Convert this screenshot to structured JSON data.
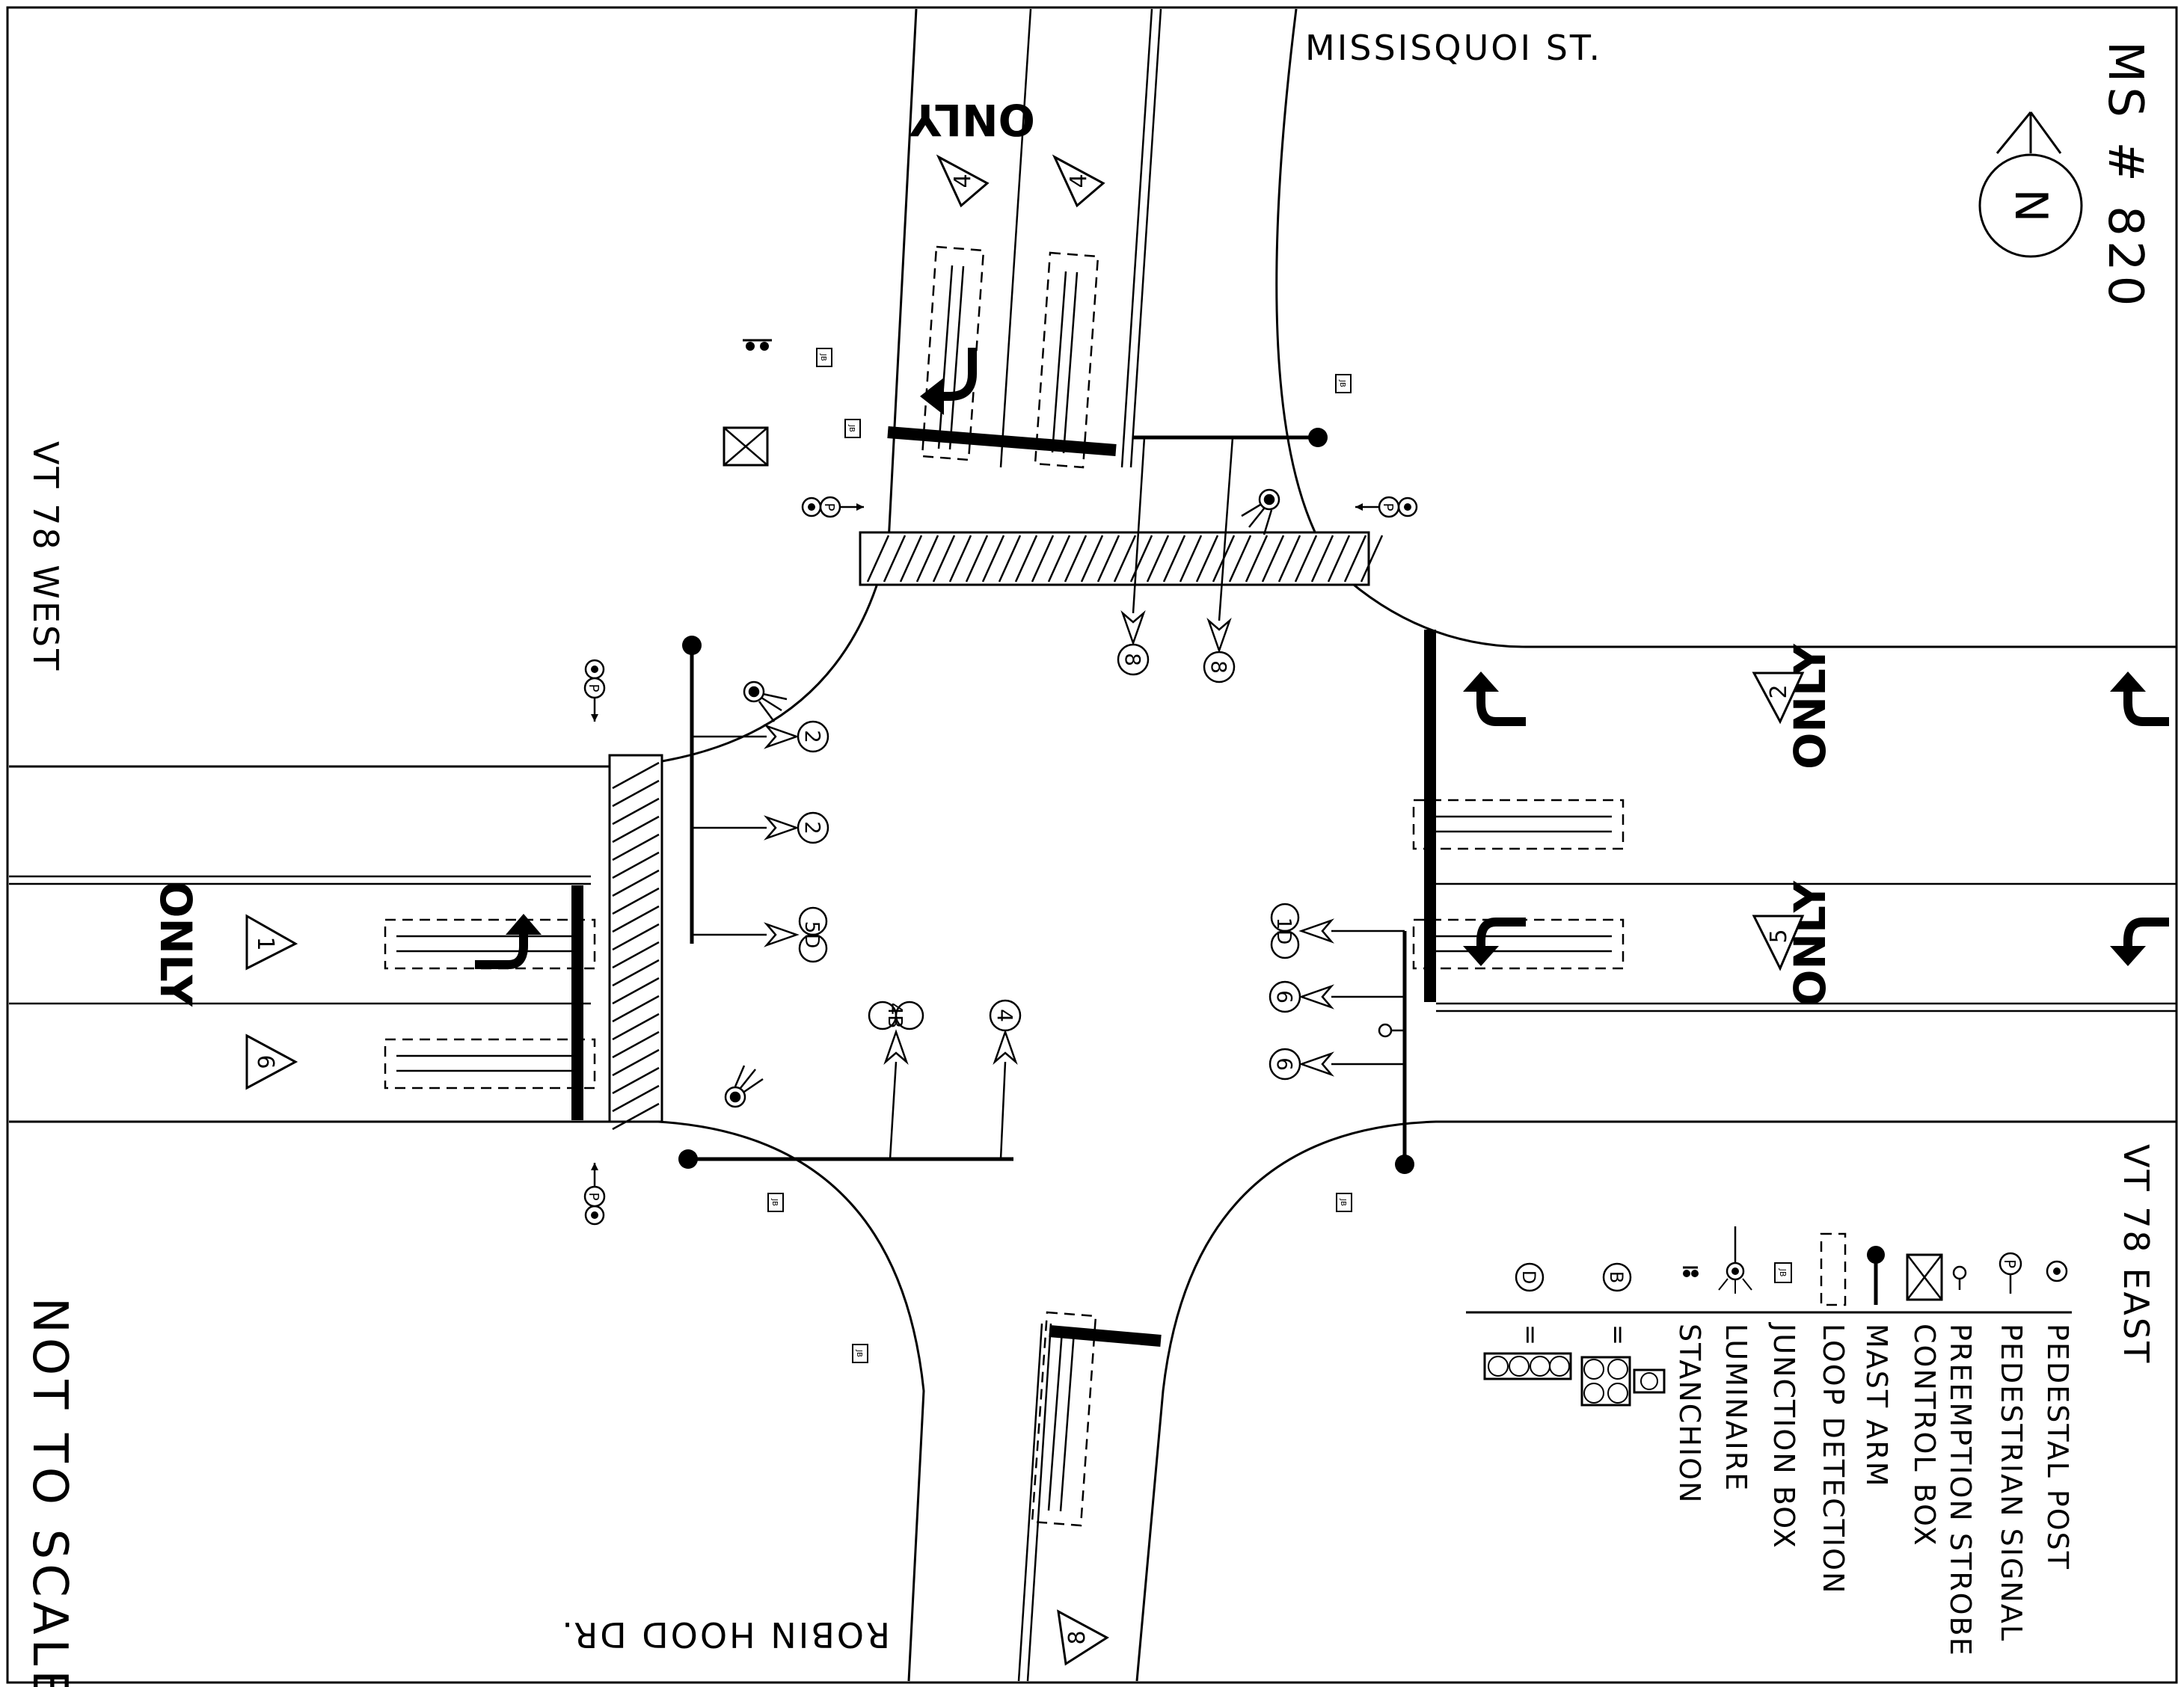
{
  "labels": {
    "missisquoi": "MISSISQUOI ST.",
    "vt78west": "VT 78 WEST",
    "vt78east": "VT 78 EAST",
    "robinhood": "ROBIN HOOD DR.",
    "ms820": "MS # 820",
    "notscale": "NOT TO SCALE",
    "north": "N",
    "only": "ONLY"
  },
  "phases": {
    "tri_n_left": "4",
    "tri_n_thru": "4",
    "tri_e_thru": "2",
    "tri_e_left": "5",
    "tri_w_left": "1",
    "tri_w_thru": "6",
    "tri_s": "8",
    "heads": {
      "h2a": "2",
      "h2b": "2",
      "h5d": "5D",
      "h1d": "1D",
      "h6a": "6",
      "h6b": "6",
      "h8a": "8",
      "h8b": "8",
      "h4b": "4B",
      "h4": "4"
    }
  },
  "legend": {
    "items": [
      "PEDESTAL POST",
      "PEDESTRIAN SIGNAL",
      "PREEMPTION STROBE",
      "CONTROL BOX",
      "MAST ARM",
      "LOOP DETECTION",
      "JUNCTION BOX",
      "LUMINAIRE",
      "STANCHION"
    ],
    "symbols": {
      "p": "P",
      "jb": "JB",
      "b": "B",
      "d": "D",
      "eq": "="
    }
  }
}
